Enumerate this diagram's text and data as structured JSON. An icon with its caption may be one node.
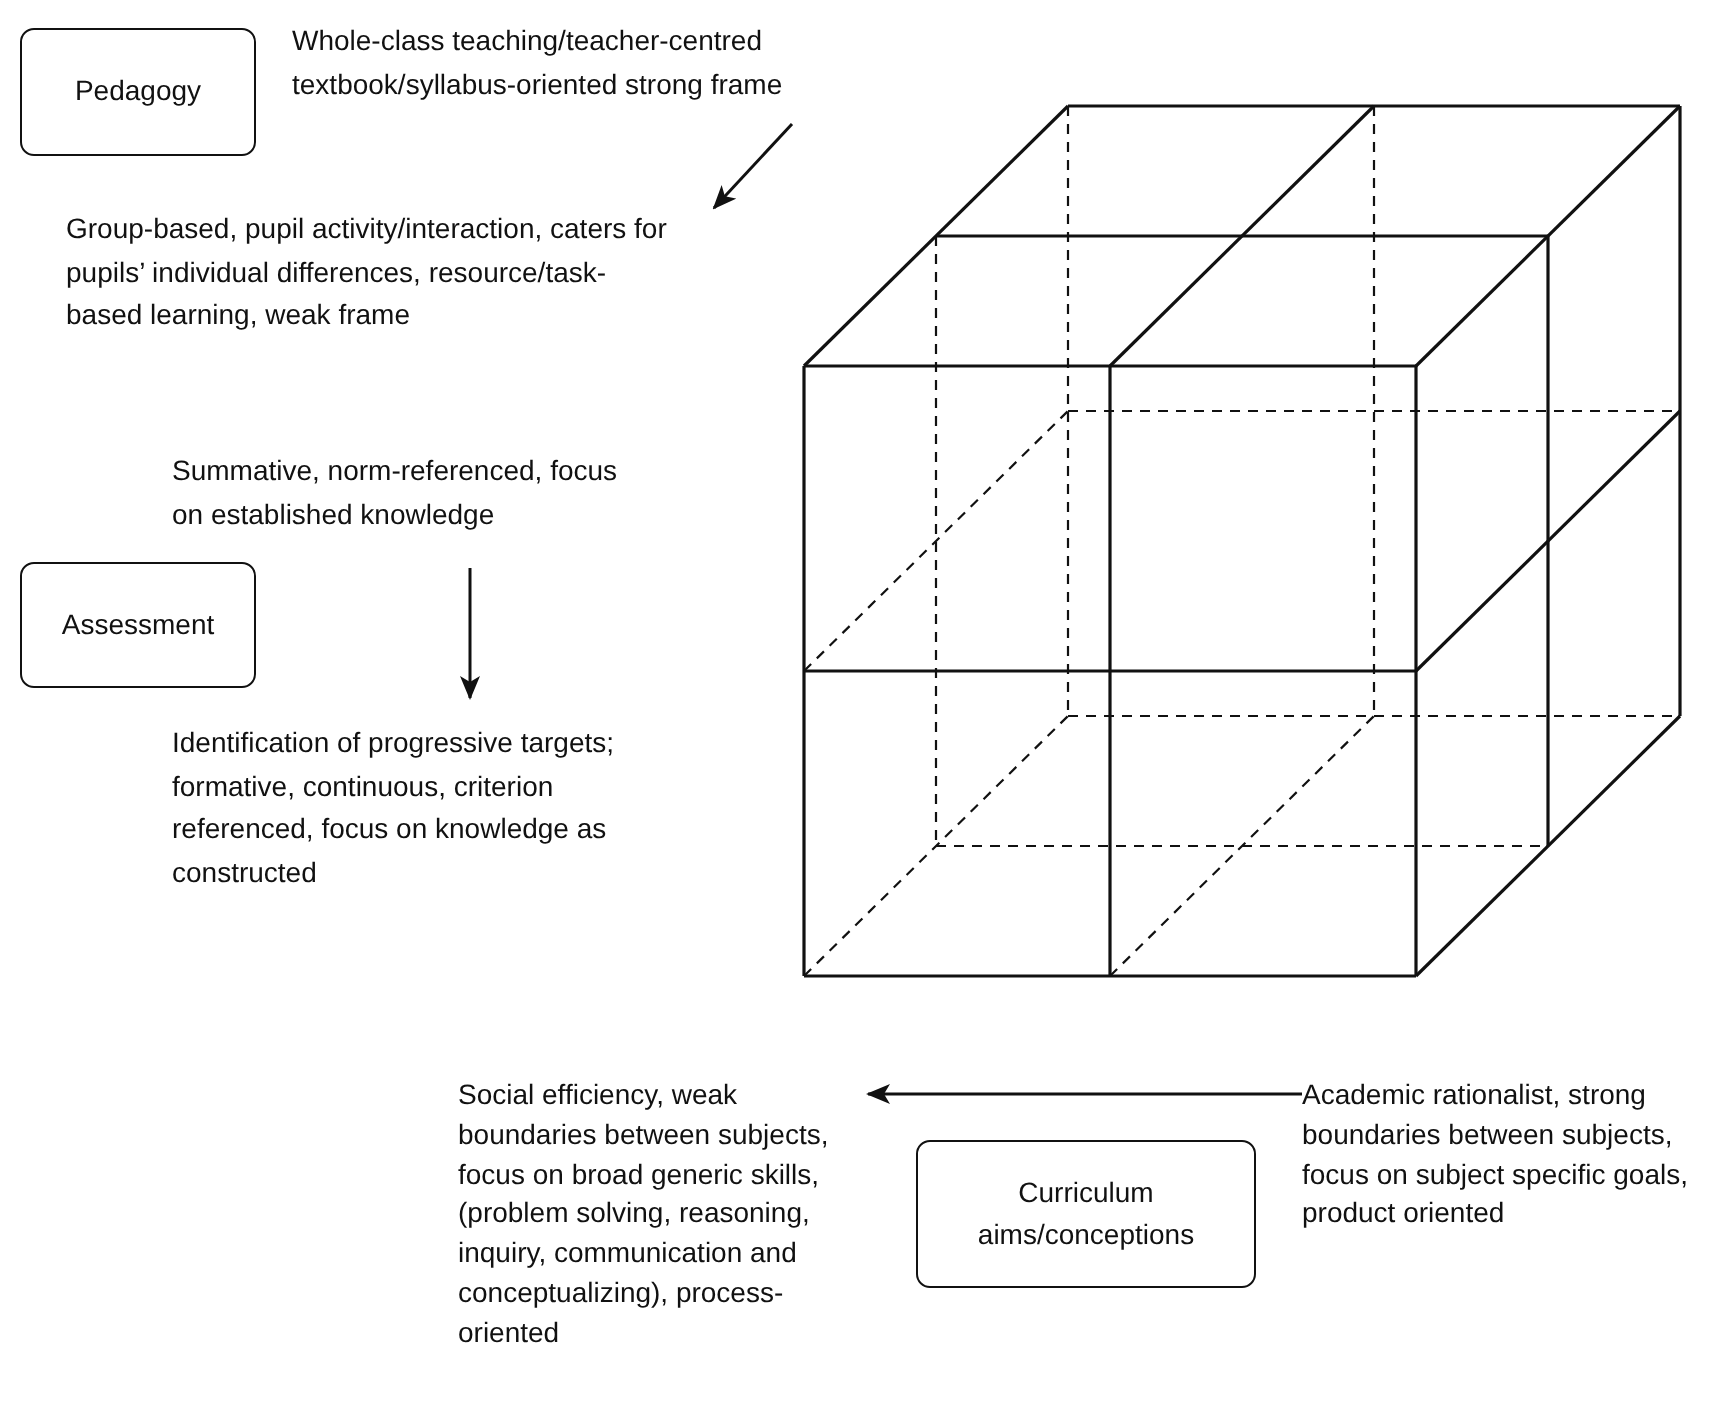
{
  "diagram": {
    "nodes": [
      {
        "text": [
          "Pedagogy"
        ]
      },
      {
        "text": [
          "Whole-class teaching/teacher-centred textbook/syllabus-oriented strong frame"
        ]
      },
      {
        "text": [
          "Group-based, pupil activity/interaction, caters for pupils’ individual differences, resource/task-based learning, weak frame"
        ]
      },
      {
        "text": [
          "Summative, norm-referenced, focus on established knowledge"
        ]
      },
      {
        "text": [
          "Assessment"
        ]
      },
      {
        "text": [
          "Identification of progressive targets; formative, continuous, criterion referenced, focus on knowledge as constructed"
        ]
      },
      {
        "text": [
          "Social efficiency, weak boundaries between subjects, focus on broad generic skills, (problem solving, reasoning, inquiry, communication and conceptualizing), process-oriented"
        ]
      },
      {
        "text": [
          "Curriculum aims/conceptions"
        ]
      },
      {
        "text": [
          "Academic rationalist, strong boundaries between subjects, focus on subject specific goals, product oriented"
        ]
      }
    ],
    "edges": [
      {
        "from": 1,
        "to": 2,
        "arrow": "to"
      },
      {
        "from": 3,
        "to": 5,
        "arrow": "to"
      },
      {
        "from": 8,
        "to": 6,
        "arrow": "to"
      }
    ]
  }
}
